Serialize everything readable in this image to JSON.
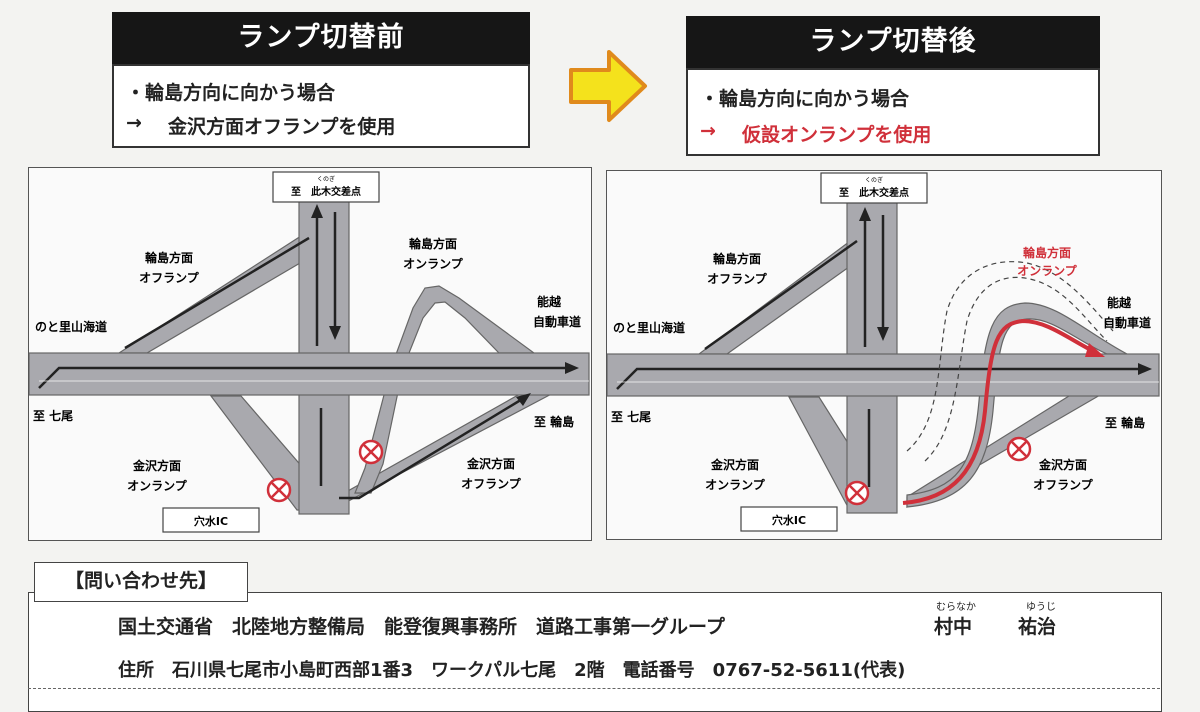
{
  "before": {
    "header": "ランプ切替前",
    "line1": "・輪島方向に向かう場合",
    "line2_arrow": "→",
    "line2": "金沢方面オフランプを使用"
  },
  "after": {
    "header": "ランプ切替後",
    "line1": "・輪島方向に向かう場合",
    "line2_arrow": "→",
    "line2": "仮設オンランプを使用"
  },
  "diagram": {
    "top_ruby": "くのぎ",
    "top_sign": "至　此木交差点",
    "left_road": "のと里山海道",
    "left_dest": "至 七尾",
    "right_road_1": "能越",
    "right_road_2": "自動車道",
    "right_dest": "至 輪島",
    "bottom_sign": "穴水IC",
    "wajima_off_1": "輪島方面",
    "wajima_off_2": "オフランプ",
    "wajima_on_1": "輪島方面",
    "wajima_on_2": "オンランプ",
    "kanazawa_on_1": "金沢方面",
    "kanazawa_on_2": "オンランプ",
    "kanazawa_off_1": "金沢方面",
    "kanazawa_off_2": "オフランプ"
  },
  "contact": {
    "title": "【問い合わせ先】",
    "org": "国土交通省　北陸地方整備局　能登復興事務所　道路工事第一グループ",
    "name1": "村中",
    "name1_ruby": "むらなか",
    "name2": "祐治",
    "name2_ruby": "ゆうじ",
    "address": "住所　石川県七尾市小島町西部1番3　ワークパル七尾　2階　電話番号　0767-52-5611(代表)"
  },
  "colors": {
    "road": "#a9a9ae",
    "accent_red": "#d0303a",
    "arrow_yellow": "#f4e21c",
    "arrow_orange": "#e08a1c"
  }
}
